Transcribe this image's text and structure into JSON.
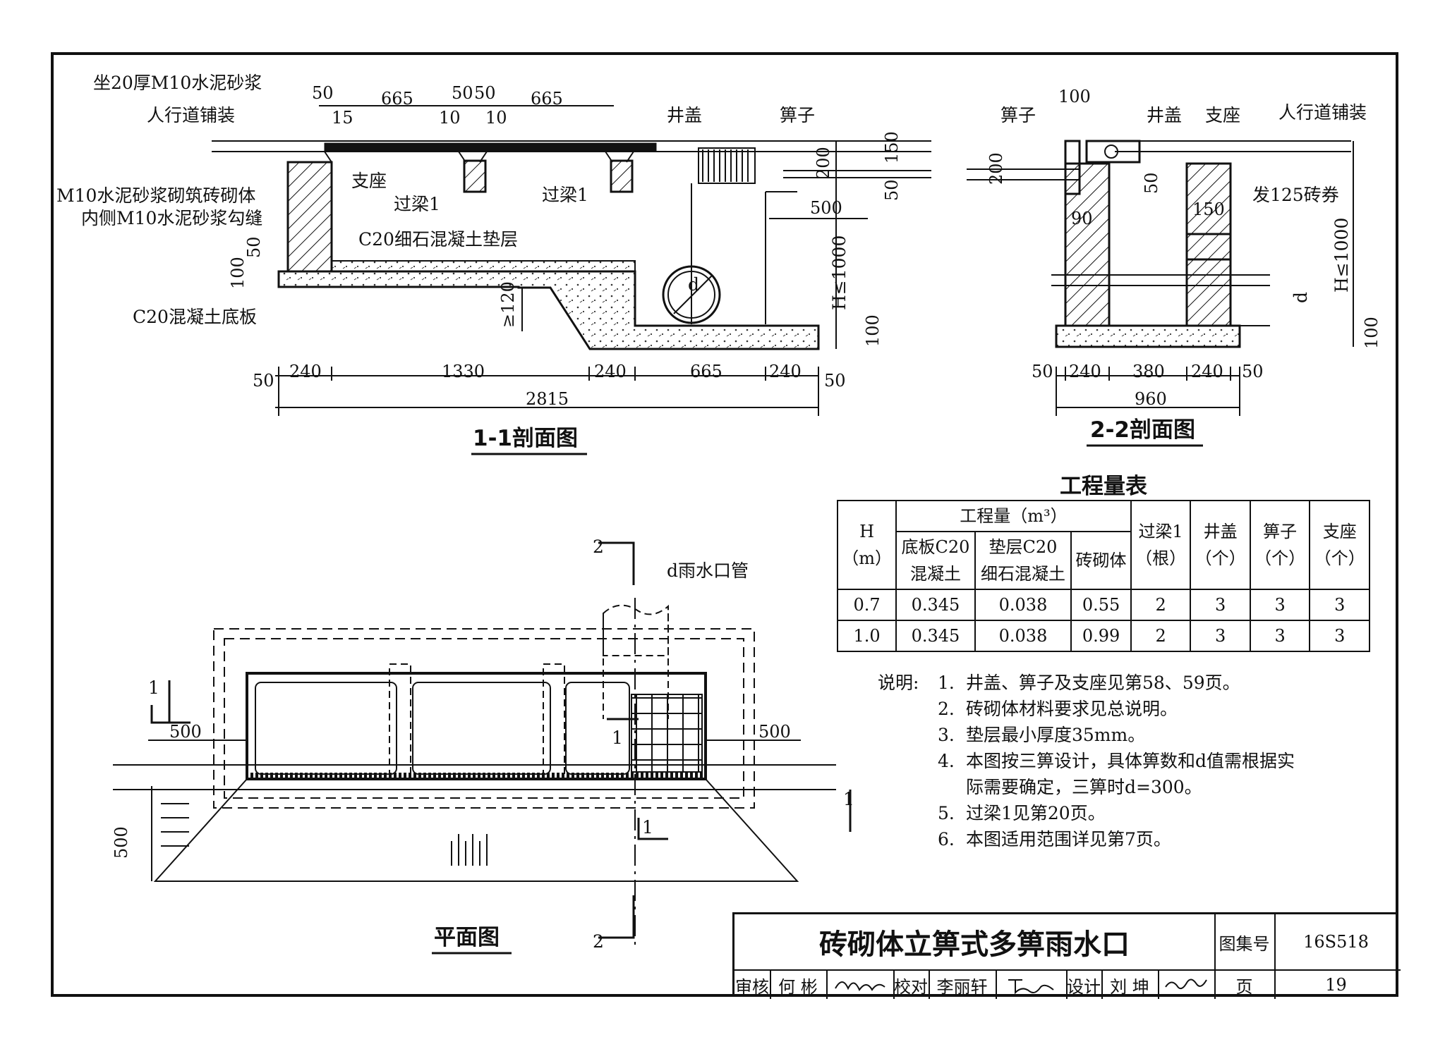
{
  "section11": {
    "title": "1-1剖面图",
    "labels": {
      "mortar_bed": "坐20厚M10水泥砂浆",
      "sidewalk": "人行道铺装",
      "brick_body_1": "M10水泥砂浆砌筑砖砌体",
      "brick_body_2": "内侧M10水泥砂浆勾缝",
      "base_slab": "C20混凝土底板",
      "support": "支座",
      "beam_a": "过梁1",
      "beam_b": "过梁1",
      "cushion": "C20细石混凝土垫层",
      "cover": "井盖",
      "grate": "箅子",
      "pipe_d": "d",
      "h_limit": "H≤1000"
    },
    "top_dims": [
      "50",
      "665",
      "50",
      "50",
      "665",
      "15",
      "10",
      "10"
    ],
    "side_dims": [
      "200",
      "150",
      "50",
      "500",
      "50",
      "100",
      "≥120",
      "100"
    ],
    "bottom_dims": [
      "50",
      "240",
      "1330",
      "240",
      "665",
      "240",
      "50"
    ],
    "total": "2815"
  },
  "section22": {
    "title": "2-2剖面图",
    "labels": {
      "grate": "箅子",
      "cover": "井盖",
      "support": "支座",
      "sidewalk": "人行道铺装",
      "arch": "发125砖券",
      "pipe_d": "d",
      "h_limit": "H≤1000"
    },
    "dims": [
      "100",
      "200",
      "50",
      "150",
      "90",
      "100"
    ],
    "bottom_dims": [
      "50",
      "240",
      "380",
      "240",
      "50"
    ],
    "total": "960"
  },
  "plan": {
    "title": "平面图",
    "pipe_label": "d雨水口管",
    "marks": [
      "2",
      "2",
      "1",
      "1",
      "1",
      "1"
    ],
    "dims": [
      "500",
      "500",
      "500"
    ]
  },
  "quantity_table": {
    "title": "工程量表",
    "h_header": [
      "H",
      "（m）"
    ],
    "volume_header": "工程量（m³）",
    "col_headers": [
      [
        "底板C20",
        "混凝土"
      ],
      [
        "垫层C20",
        "细石混凝土"
      ],
      [
        "砖砌体"
      ],
      [
        "过梁1",
        "（根）"
      ],
      [
        "井盖",
        "（个）"
      ],
      [
        "箅子",
        "（个）"
      ],
      [
        "支座",
        "（个）"
      ]
    ],
    "rows": [
      [
        "0.7",
        "0.345",
        "0.038",
        "0.55",
        "2",
        "3",
        "3",
        "3"
      ],
      [
        "1.0",
        "0.345",
        "0.038",
        "0.99",
        "2",
        "3",
        "3",
        "3"
      ]
    ]
  },
  "notes": {
    "lead": "说明:",
    "items": [
      {
        "n": "1.",
        "text": "井盖、箅子及支座见第58、59页。"
      },
      {
        "n": "2.",
        "text": "砖砌体材料要求见总说明。"
      },
      {
        "n": "3.",
        "text": "垫层最小厚度35mm。"
      },
      {
        "n": "4.",
        "text": "本图按三箅设计，具体箅数和d值需根据实"
      },
      {
        "n": "",
        "text": "际需要确定，三箅时d=300。"
      },
      {
        "n": "5.",
        "text": "过梁1见第20页。"
      },
      {
        "n": "6.",
        "text": "本图适用范围详见第7页。"
      }
    ]
  },
  "title_block": {
    "title": "砖砌体立箅式多箅雨水口",
    "atlas_label": "图集号",
    "atlas_no": "16S518",
    "page_label": "页",
    "page_no": "19",
    "review_label": "审核",
    "reviewer": "何 彬",
    "check_label": "校对",
    "checker": "李丽轩",
    "design_label": "设计",
    "designer": "刘 坤"
  }
}
